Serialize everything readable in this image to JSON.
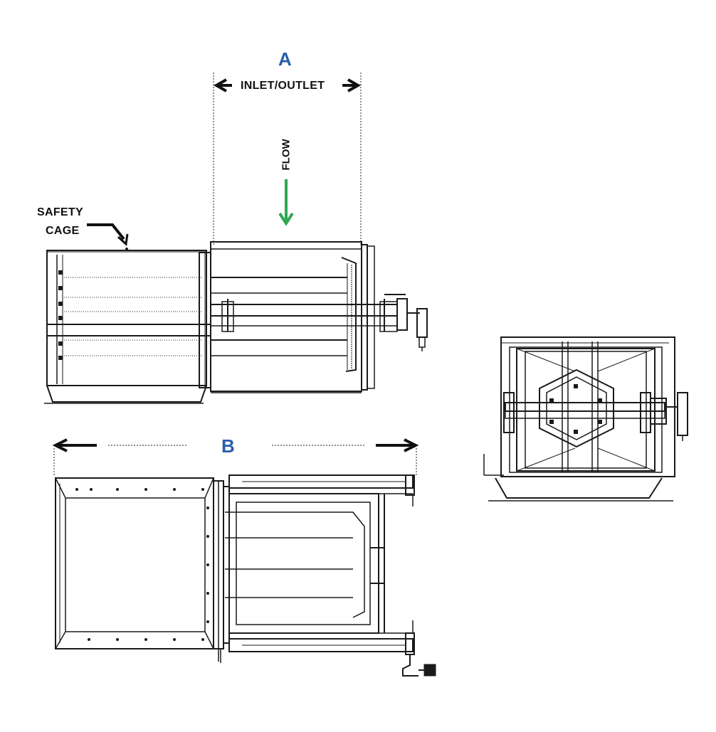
{
  "labels": {
    "dimension_a": "A",
    "dimension_b": "B",
    "inlet_outlet": "INLET/OUTLET",
    "flow": "FLOW",
    "safety_cage_line1": "SAFETY",
    "safety_cage_line2": "CAGE"
  },
  "colors": {
    "dimension_letter": "#2a5fa8",
    "flow_arrow": "#2fa84f",
    "line": "#1a1a1a",
    "paper": "#ffffff"
  }
}
